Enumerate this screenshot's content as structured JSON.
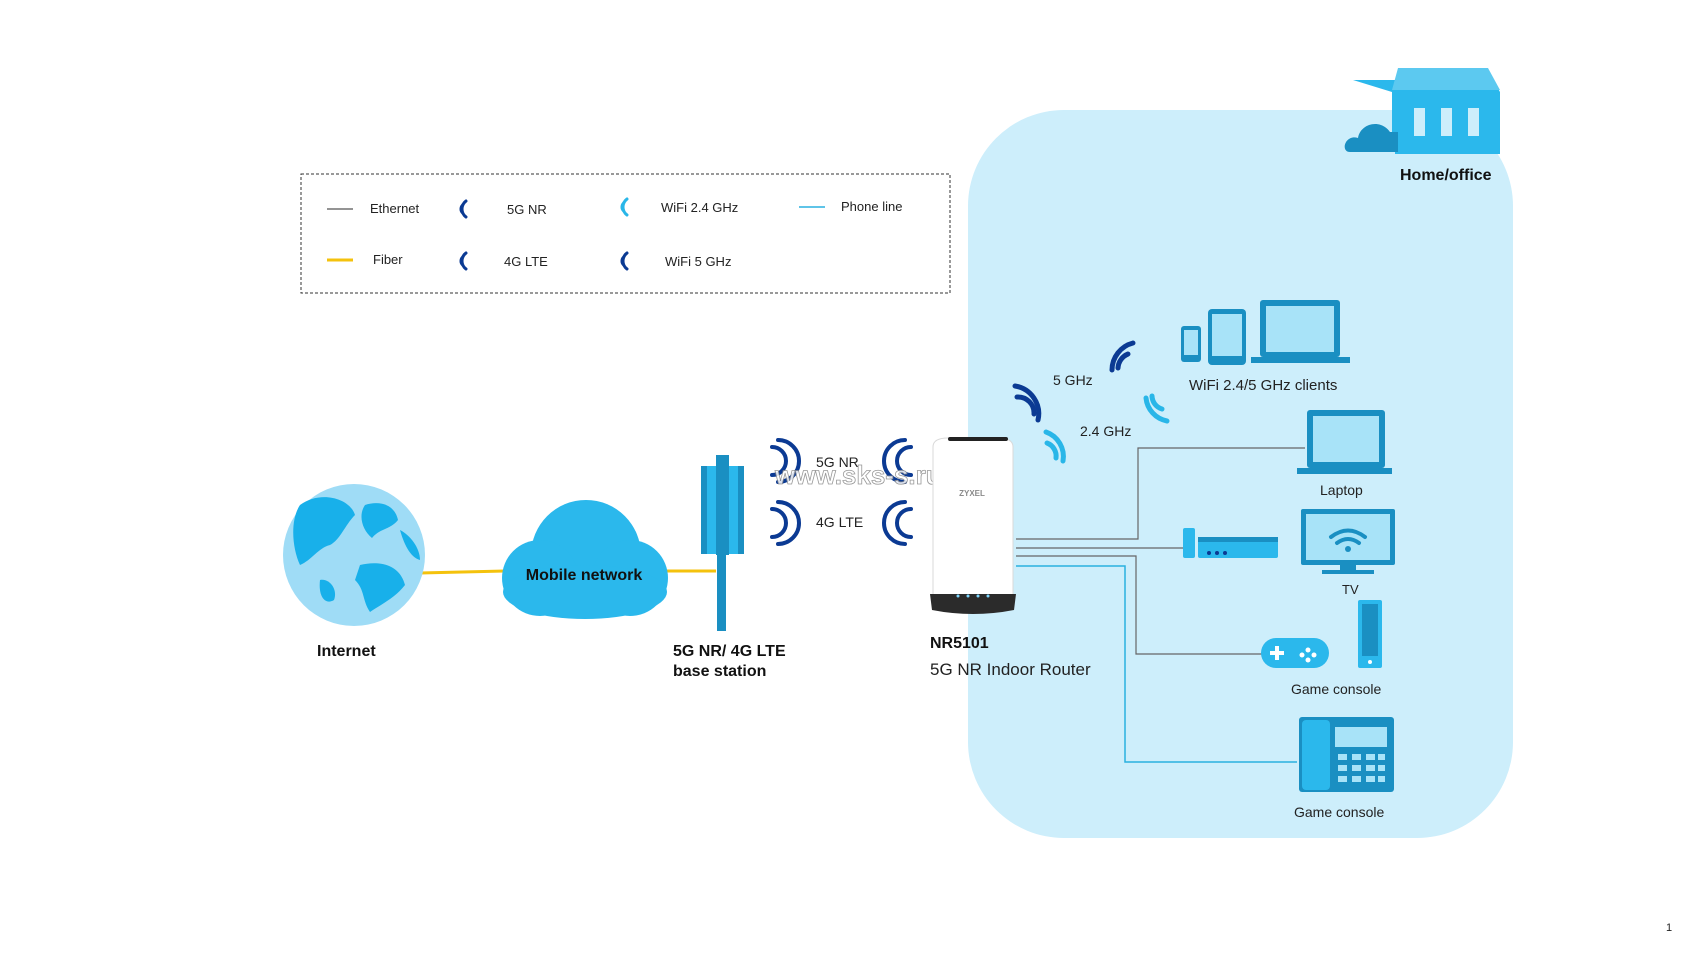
{
  "colors": {
    "home_bg": "#cdeefb",
    "device_blue": "#2bb8ec",
    "device_dark": "#1a8fc2",
    "signal_navy": "#0b3a93",
    "signal_light": "#29b6e8",
    "fiber": "#f4c20d",
    "ethernet": "#555555",
    "phone_line": "#2ab0e0",
    "globe_bg": "#9fdcf6",
    "globe_land": "#18b0ea"
  },
  "legend": {
    "ethernet": "Ethernet",
    "fiber": "Fiber",
    "nr5g": "5G NR",
    "lte4g": "4G LTE",
    "wifi24": "WiFi 2.4 GHz",
    "wifi5": "WiFi 5 GHz",
    "phone": "Phone line"
  },
  "nodes": {
    "internet": "Internet",
    "mobile_network": "Mobile network",
    "base_station_line1": "5G NR/ 4G LTE",
    "base_station_line2": "base station",
    "router_model": "NR5101",
    "router_desc": "5G NR Indoor Router",
    "router_brand": "ZYXEL",
    "home": "Home/office",
    "wifi_clients": "WiFi 2.4/5 GHz clients",
    "laptop": "Laptop",
    "tv": "TV",
    "game_console": "Game console",
    "phone": "Game console"
  },
  "links": {
    "nr5g": "5G NR",
    "lte4g": "4G LTE",
    "ghz5": "5 GHz",
    "ghz24": "2.4 GHz"
  },
  "watermark": "www.sks-s.ru",
  "page_number": "1"
}
